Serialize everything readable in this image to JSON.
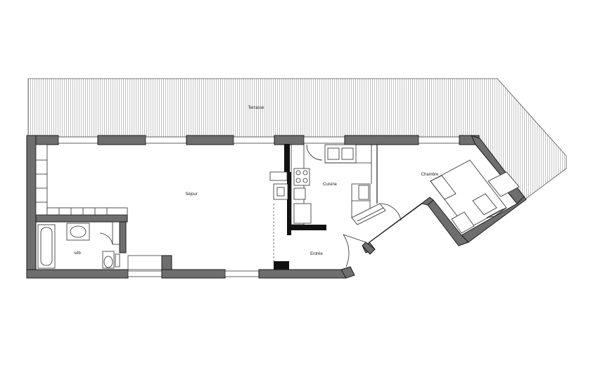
{
  "plan": {
    "rooms": [
      {
        "id": "terrasse",
        "label": "Terrasse"
      },
      {
        "id": "sejour",
        "label": "Séjour"
      },
      {
        "id": "cuisine",
        "label": "Cuisine"
      },
      {
        "id": "chambre",
        "label": "Chambre"
      },
      {
        "id": "entree",
        "label": "Entrée"
      },
      {
        "id": "sdb",
        "label": "sdb"
      }
    ]
  }
}
